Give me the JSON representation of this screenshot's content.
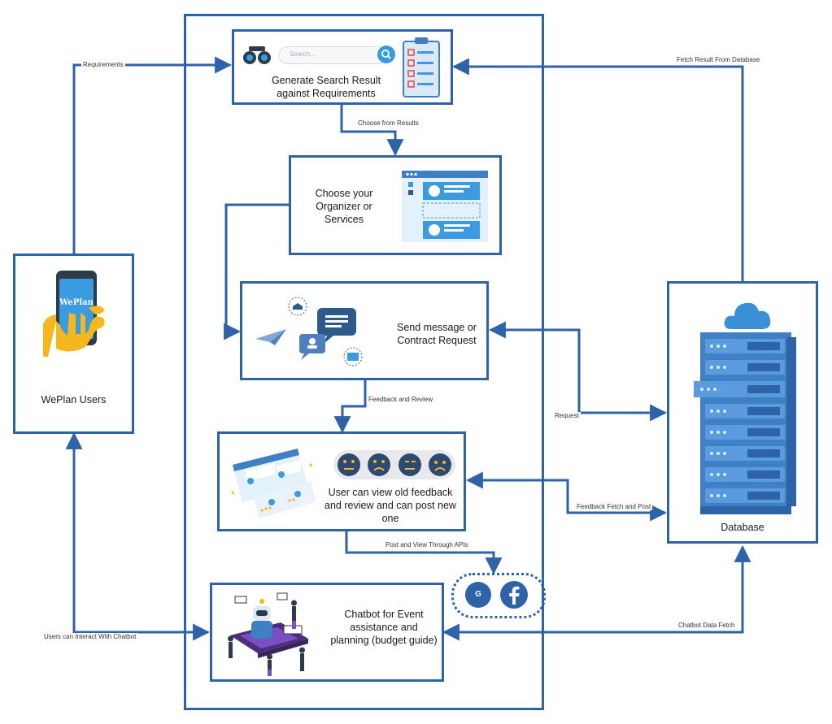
{
  "nodes": {
    "users": "WePlan Users",
    "phone_brand": "WePlan",
    "search_input": "Search...",
    "search_result": "Generate Search Result against Requirements",
    "choose_organizer": "Choose your Organizer or Services",
    "send_message": "Send message or Contract Request",
    "feedback": "User can view old feedback and review and can post new one",
    "chatbot": "Chatbot for Event assistance and planning (budget guide)",
    "database": "Database",
    "social_g": "G"
  },
  "edges": {
    "requirements": "Requirements",
    "fetch_result": "Fetch Result From Database",
    "choose_from_results": "Choose from Results",
    "feedback_and_review": "Feedback and Review",
    "request": "Request",
    "feedback_fetch_post": "Feedback Fetch and Post",
    "post_view_apis": "Post and View Through APIs",
    "chatbot_data_fetch": "Chatbot Data Fetch",
    "users_chatbot": "Users can Interact With Chatbot"
  },
  "colors": {
    "stroke": "#2e63a8",
    "accent": "#3a8fd9",
    "server": "#3f7fc4",
    "hand": "#f4b71d",
    "dark": "#2d3a4a"
  }
}
